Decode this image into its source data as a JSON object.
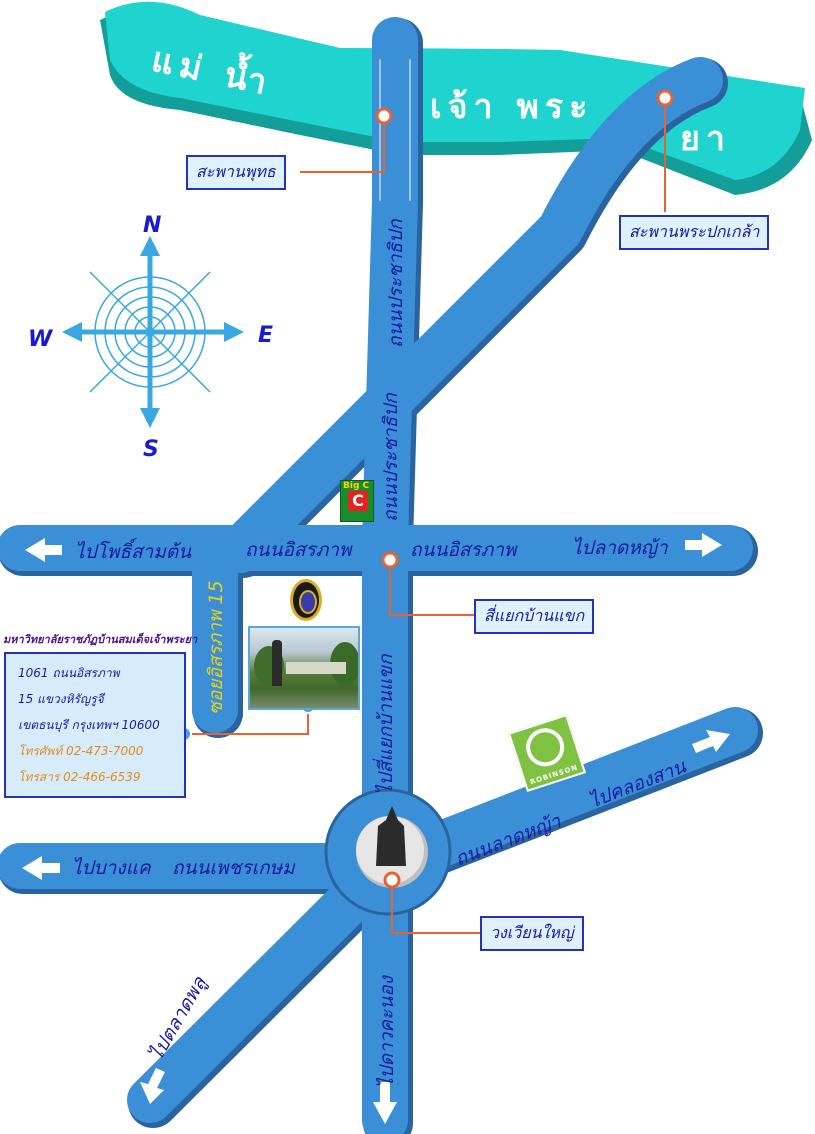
{
  "river": {
    "name_part1": "แม่ น้ำ",
    "name_part2": "เจ้า พระ",
    "name_part3": "ยา"
  },
  "compass": {
    "north": "N",
    "south": "S",
    "east": "E",
    "west": "W"
  },
  "roads": {
    "itsaraphap_left": "ถนนอิสรภาพ",
    "itsaraphap_right": "ถนนอิสรภาพ",
    "to_pho_sam_ton": "ไปโพธิ์สามต้น",
    "to_lat_ya": "ไปลาดหญ้า",
    "soi_itsaraphap_15": "ซอยอิสรภาพ 15",
    "prachathipok_upper": "ถนนประชาธิปก",
    "prachathipok_lower": "ถนนประชาธิปก",
    "to_ban_khaek": "ไปสี่แยกบ้านแขก",
    "to_bang_khae": "ไปบางแค",
    "phetkasem": "ถนนเพชรเกษม",
    "lat_ya": "ถนนลาดหญ้า",
    "to_khlong_san": "ไปคลองสาน",
    "to_talat_phlu": "ไปตลาดพลู",
    "to_dao_khanong": "ไปดาวคะนอง"
  },
  "labels": {
    "phut_bridge": "สะพานพุทธ",
    "pokklao_bridge": "สะพานพระปกเกล้า",
    "ban_khaek_junction": "สี่แยกบ้านแขก",
    "wongwian_yai": "วงเวียนใหญ่"
  },
  "university": {
    "name": "มหาวิทยาลัยราชภัฏบ้านสมเด็จเจ้าพระยา",
    "address_line1": "1061 ถนนอิสรภาพ",
    "address_line2": "15 แขวงหิรัญรูจี",
    "address_line3": "เขตธนบุรี กรุงเทพฯ 10600",
    "phone": "โทรศัพท์ 02-473-7000",
    "fax": "โทรสาร 02-466-6539"
  },
  "landmarks": {
    "bigc_logo": "Big C",
    "robinson_logo": "ROBINSON"
  },
  "colors": {
    "road": "#3a8fd6",
    "river": "#1fd3cf",
    "pin": "#e8632f",
    "label_border": "#2233bb",
    "text": "#1a1aa0"
  }
}
